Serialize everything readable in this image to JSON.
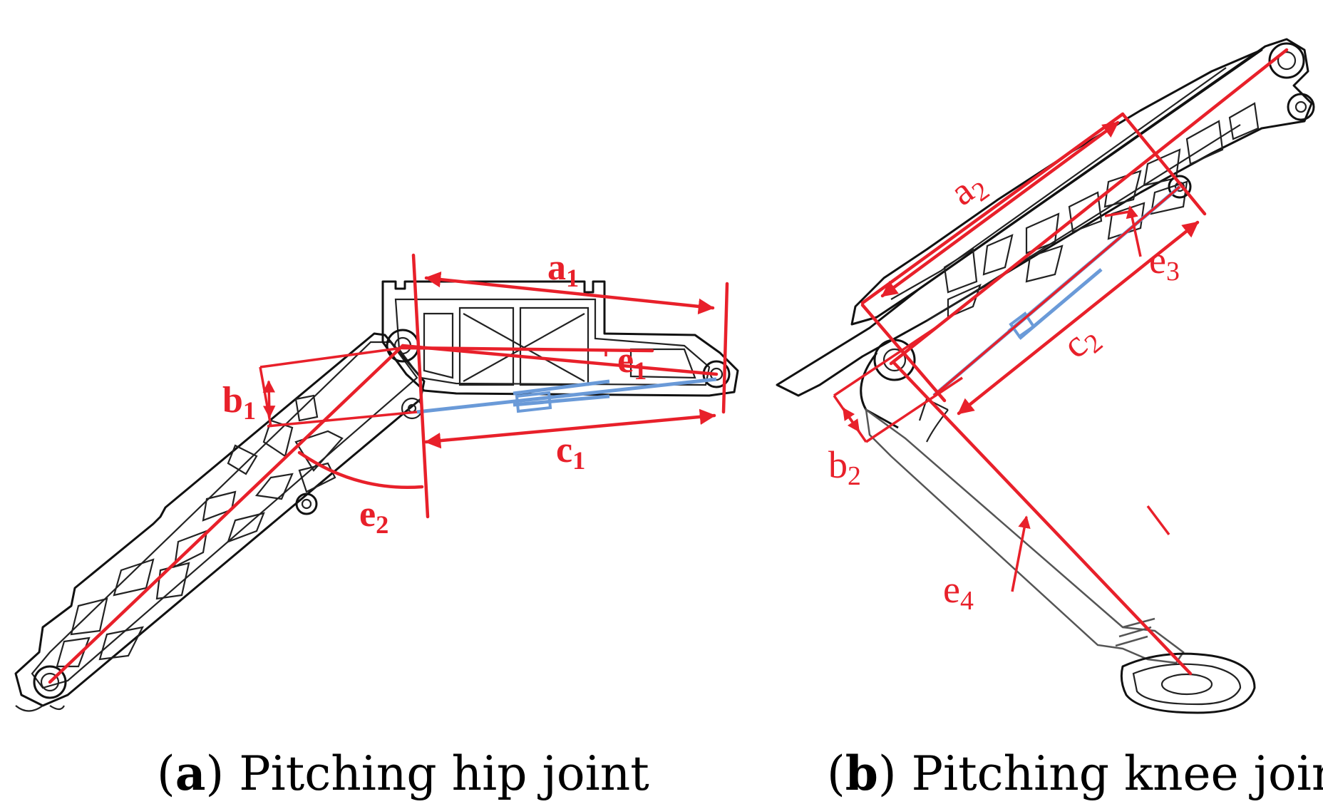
{
  "panels": [
    {
      "id": "a",
      "caption_letter": "a",
      "caption_text": "Pitching hip joint",
      "labels": {
        "a": {
          "base": "a",
          "sub": "1"
        },
        "b": {
          "base": "b",
          "sub": "1"
        },
        "c": {
          "base": "c",
          "sub": "1"
        },
        "e1": {
          "base": "e",
          "sub": "1"
        },
        "e2": {
          "base": "e",
          "sub": "2"
        }
      }
    },
    {
      "id": "b",
      "caption_letter": "b",
      "caption_text": "Pitching knee joint",
      "labels": {
        "a": {
          "base": "a",
          "sub": "2"
        },
        "b": {
          "base": "b",
          "sub": "2"
        },
        "c": {
          "base": "c",
          "sub": "2"
        },
        "e3": {
          "base": "e",
          "sub": "3"
        },
        "e4": {
          "base": "e",
          "sub": "4"
        }
      }
    }
  ],
  "colors": {
    "annotation": "#e8202a",
    "actuator": "#6a9ad8",
    "drawing": "#111111"
  }
}
